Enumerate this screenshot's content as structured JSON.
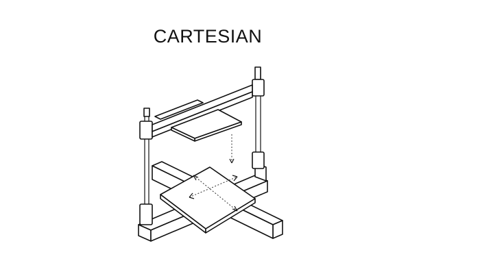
{
  "title": "CARTESIAN",
  "colors": {
    "background": "#ffffff",
    "ink": "#111111"
  },
  "parts": [
    "base-frame",
    "front-post",
    "back-post",
    "cross-rail",
    "bed-rail",
    "print-bed",
    "top-gantry-plate"
  ],
  "motion_arrows": [
    "x-axis-arrows",
    "y-axis-arrows",
    "z-axis-arrow"
  ]
}
